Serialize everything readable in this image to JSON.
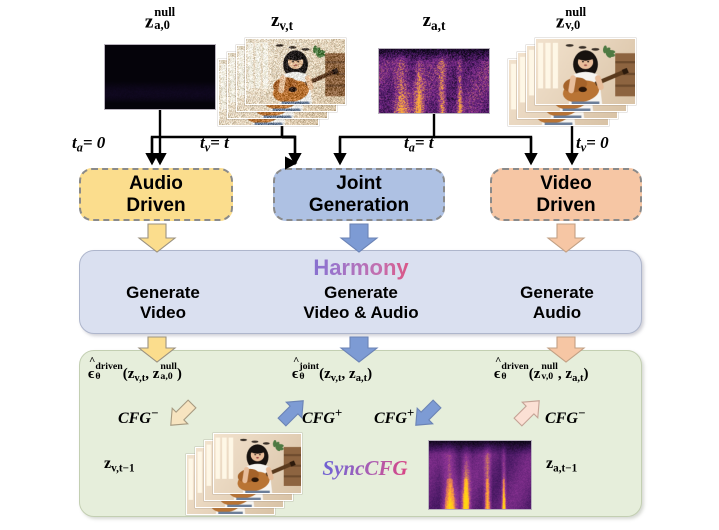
{
  "figure": {
    "title": "Harmony SyncCFG joint audio-video diffusion pipeline diagram"
  },
  "inputs": [
    {
      "id": "null-audio",
      "label_base": "z",
      "label_sub": "a,0",
      "label_sup": "null",
      "media": "audio-spectrogram-null",
      "time_label_base": "t",
      "time_label_sub": "a",
      "time_label_value": "= 0"
    },
    {
      "id": "noisy-video",
      "label_base": "z",
      "label_sub": "v,t",
      "label_sup": "",
      "media": "video-frame-stack-noisy",
      "time_label_base": "t",
      "time_label_sub": "v",
      "time_label_value": "= t"
    },
    {
      "id": "noisy-audio",
      "label_base": "z",
      "label_sub": "a,t",
      "label_sup": "",
      "media": "audio-spectrogram-noisy",
      "time_label_base": "t",
      "time_label_sub": "a",
      "time_label_value": "= t"
    },
    {
      "id": "clean-video",
      "label_base": "z",
      "label_sub": "v,0",
      "label_sup": "null",
      "media": "video-frame-stack-clean",
      "time_label_base": "t",
      "time_label_sub": "v",
      "time_label_value": "= 0"
    }
  ],
  "time_labels": {
    "audio_zero": {
      "base": "t",
      "sub": "a",
      "rest": "= 0"
    },
    "video_t": {
      "base": "t",
      "sub": "v",
      "rest": "= t"
    },
    "audio_t": {
      "base": "t",
      "sub": "a",
      "rest": "= t"
    },
    "video_zero": {
      "base": "t",
      "sub": "v",
      "rest": "= 0"
    }
  },
  "modes": [
    {
      "id": "audio-driven",
      "line1": "Audio",
      "line2": "Driven",
      "fill": "#fbdd8d",
      "arrow_color": "#fbdd8d"
    },
    {
      "id": "joint-generation",
      "line1": "Joint",
      "line2": "Generation",
      "fill": "#aec1e3",
      "arrow_color": "#7d9bd4"
    },
    {
      "id": "video-driven",
      "line1": "Video",
      "line2": "Driven",
      "fill": "#f6c6a4",
      "arrow_color": "#f6c6a4"
    }
  ],
  "harmony": {
    "brand": "Harmony",
    "left": {
      "line1": "Generate",
      "line2": "Video"
    },
    "center": {
      "line1": "Generate",
      "line2": "Video & Audio"
    },
    "right": {
      "line1": "Generate",
      "line2": "Audio"
    },
    "fill": "#dae0f0"
  },
  "epsilons": [
    {
      "id": "eps-driven-left",
      "sup": "driven",
      "sub": "θ",
      "args": [
        {
          "base": "z",
          "sub": "v,t",
          "sup": ""
        },
        {
          "base": "z",
          "sub": "a,0",
          "sup": "null"
        }
      ]
    },
    {
      "id": "eps-joint",
      "sup": "joint",
      "sub": "θ",
      "args": [
        {
          "base": "z",
          "sub": "v,t",
          "sup": ""
        },
        {
          "base": "z",
          "sub": "a,t",
          "sup": ""
        }
      ]
    },
    {
      "id": "eps-driven-right",
      "sup": "driven",
      "sub": "θ",
      "args": [
        {
          "base": "z",
          "sub": "v,0",
          "sup": "null"
        },
        {
          "base": "z",
          "sub": "a,t",
          "sup": ""
        }
      ]
    }
  ],
  "cfg_labels": [
    {
      "id": "cfg-minus-left",
      "text": "CFG",
      "sign": "−",
      "arrow_color": "#f7e4c0",
      "arrow_dir": "down-right"
    },
    {
      "id": "cfg-plus-left",
      "text": "CFG",
      "sign": "+",
      "arrow_color": "#7d9bd4",
      "arrow_dir": "up-left"
    },
    {
      "id": "cfg-plus-right",
      "text": "CFG",
      "sign": "+",
      "arrow_color": "#7d9bd4",
      "arrow_dir": "down-right"
    },
    {
      "id": "cfg-minus-right",
      "text": "CFG",
      "sign": "−",
      "arrow_color": "#fbe0d4",
      "arrow_dir": "up-left"
    }
  ],
  "outputs": {
    "sync_brand": "SyncCFG",
    "video": {
      "base": "z",
      "sub": "v,t−1",
      "media": "video-frame-stack-clean"
    },
    "audio": {
      "base": "z",
      "sub": "a,t−1",
      "media": "audio-spectrogram-output"
    }
  },
  "colors": {
    "audio_yellow": "#fbdd8d",
    "joint_blue": "#aec1e3",
    "video_peach": "#f6c6a4",
    "harmony_panel": "#dae0f0",
    "sync_panel": "#e6eedb",
    "arrow_blue": "#7d9bd4",
    "dash_border": "#8a8a8a"
  }
}
